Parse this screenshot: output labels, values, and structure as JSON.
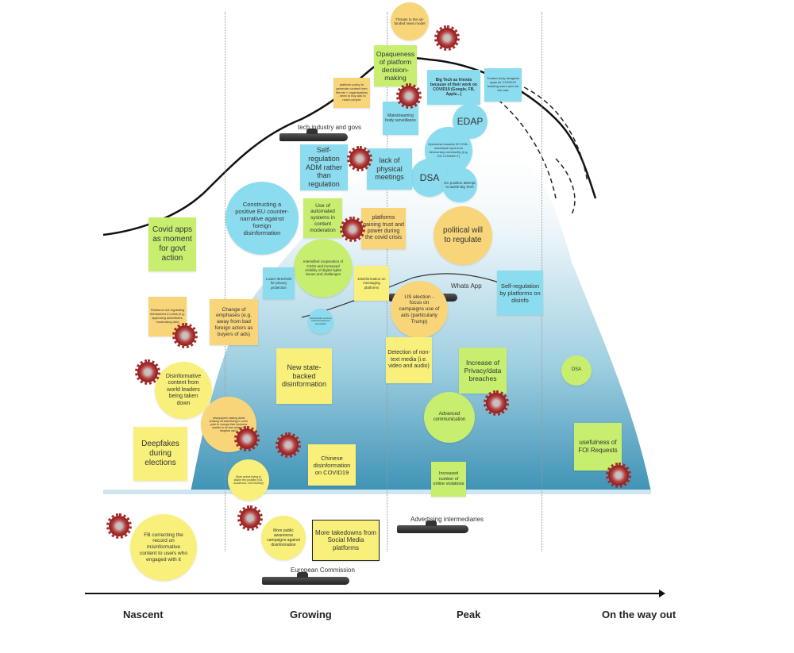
{
  "axis": {
    "stages": [
      "Nascent",
      "Growing",
      "Peak",
      "On the way out"
    ]
  },
  "actors": [
    "tech industry and govs",
    "Whats App",
    "Advertising intermediaries",
    "European Commission"
  ],
  "notes": [
    "Threats to the ad-funded news model",
    "Opaqueness of platform decision-making",
    "platform policy to generate content from friends + organisations - need to buy ads to reach people",
    "Big Tech as friends because of their work on COVID19 (Google, FB, Apple...)",
    "Trusted body designed apps for COVID19 tracking users and not the vast",
    "Mainstreaming body surveillance",
    "EDAP",
    "Openness towards EC DSA - increased input from democracy community (e.g. DG CONNECT)",
    "DSA",
    "EC position attempt to tackle Big Tech",
    "lack of physical meetings",
    "Self-regulation ADM rather than regulation",
    "Constructing a positive EU counter-narrative against foreign disinformation",
    "Covid apps as moment for govt action",
    "Use of automated systems in content moderation",
    "platforms gaining trust and power during the covid crisis",
    "political will to regulate",
    "Intensified cooperation of CSOs and increased visibility of digital rights issues and challenges",
    "Lower threshold for privacy protection",
    "Disinformation on messaging platforms",
    "Self-regulation by platforms on disinfo",
    "US election - focus on campaigns use of ads (particularly Trump)",
    "Subscription and fee based funding for journalism",
    "Platforms not regulating themselves in crisis (e.g. approving advertisers, moderating ads)",
    "Change of emphases (e.g. away from bad foreign actors as buyers of ads)",
    "Detection of non-text media (i.e. video and audio)",
    "Increase of Privacy/data breaches",
    "New state-backed disinformation",
    "Disinformative content from world leaders being taken down",
    "DSA",
    "newspapers making deals drawing off advertising in covid; push to change their business models to be less reliant on targeted ads?",
    "Advanced communication",
    "Deepfakes during elections",
    "usefulness of FOI Requests",
    "Chinese disinformation on COVID19",
    "More actors trying to tackle the problem (EU, Academia, Civil Society)",
    "Increased number of online violations",
    "FB correcting the record on misinformative content to users who engaged with it",
    "More public awareness campaigns against disinformation",
    "More takedowns from Social Media platforms"
  ]
}
